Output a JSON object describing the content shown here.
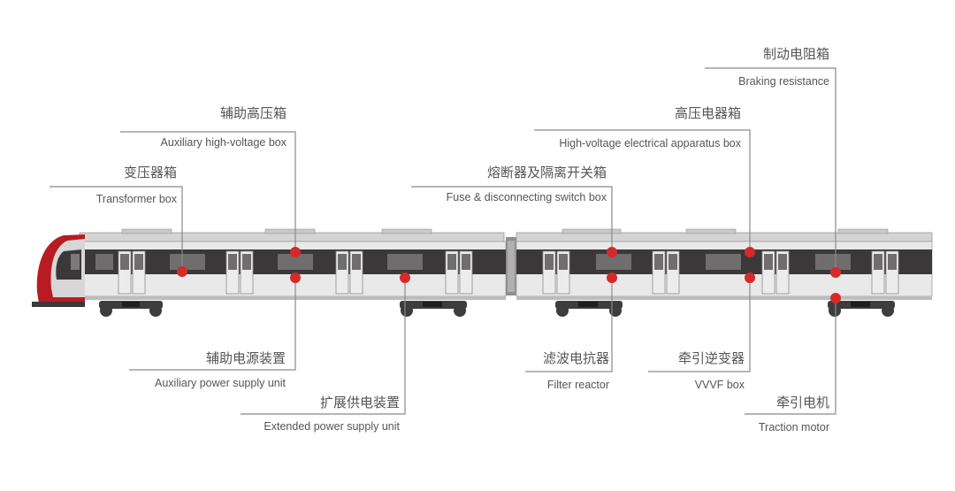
{
  "colors": {
    "marker": "#d62a2a",
    "nose": "#b81c22",
    "body": "#e6e6e6",
    "window_band": "#3a3838",
    "line": "#8a8a8a"
  },
  "callouts": {
    "braking_resistance": {
      "zh": "制动电阻箱",
      "en": "Braking resistance"
    },
    "aux_hv_box": {
      "zh": "辅助高压箱",
      "en": "Auxiliary high-voltage box"
    },
    "hv_apparatus_box": {
      "zh": "高压电器箱",
      "en": "High-voltage electrical apparatus box"
    },
    "transformer_box": {
      "zh": "变压器箱",
      "en": "Transformer box"
    },
    "fuse_switch_box": {
      "zh": "熔断器及隔离开关箱",
      "en": "Fuse & disconnecting switch box"
    },
    "aux_power_supply": {
      "zh": "辅助电源装置",
      "en": "Auxiliary power supply unit"
    },
    "filter_reactor": {
      "zh": "滤波电抗器",
      "en": "Filter reactor"
    },
    "vvvf_box": {
      "zh": "牵引逆变器",
      "en": "VVVF box"
    },
    "extended_power_supply": {
      "zh": "扩展供电装置",
      "en": "Extended power supply unit"
    },
    "traction_motor": {
      "zh": "牵引电机",
      "en": "Traction motor"
    }
  }
}
